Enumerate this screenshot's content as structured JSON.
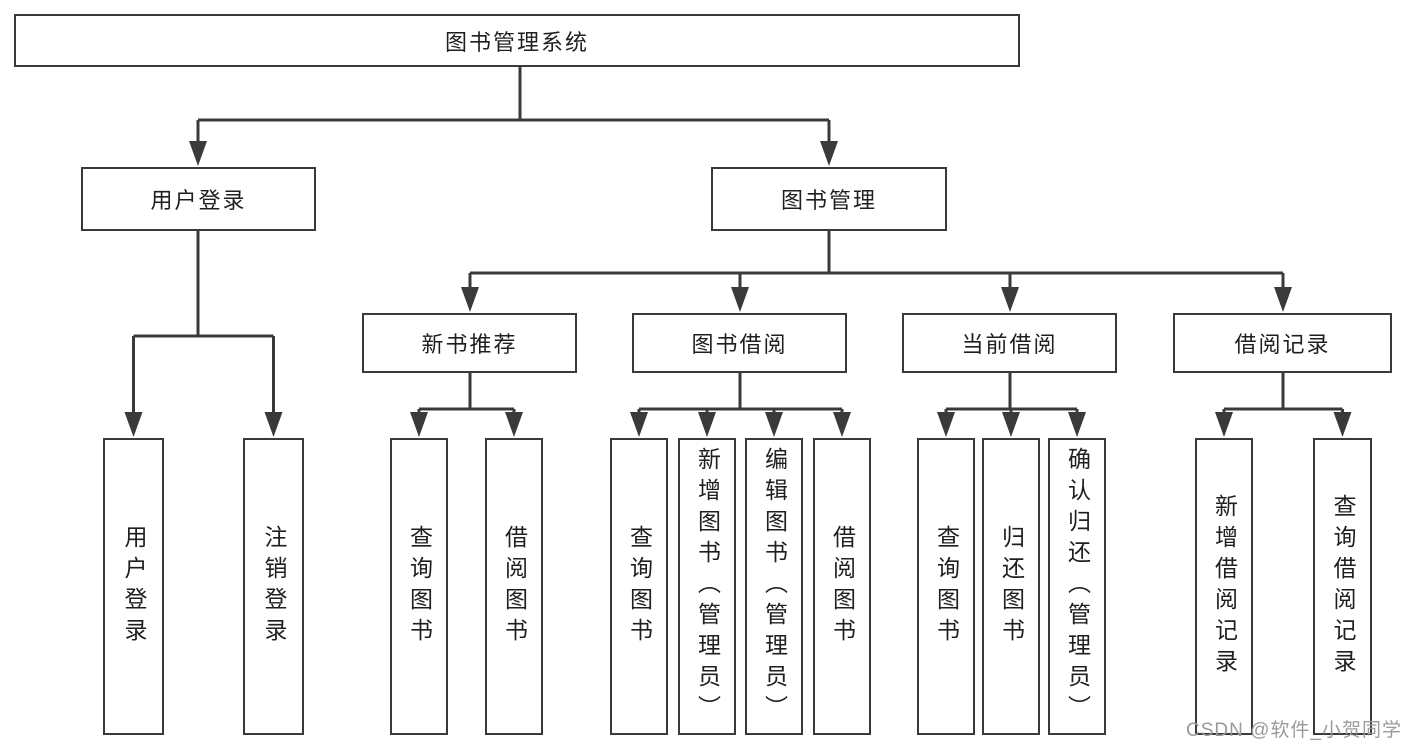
{
  "diagram": {
    "root": "图书管理系统",
    "level2": [
      {
        "label": "用户登录"
      },
      {
        "label": "图书管理"
      }
    ],
    "level3": [
      {
        "label": "新书推荐"
      },
      {
        "label": "图书借阅"
      },
      {
        "label": "当前借阅"
      },
      {
        "label": "借阅记录"
      }
    ],
    "leaves": {
      "user_login": [
        "用户登录",
        "注销登录"
      ],
      "new_rec": [
        "查询图书",
        "借阅图书"
      ],
      "book_borrow": [
        "查询图书",
        "新增图书（管理员）",
        "编辑图书（管理员）",
        "借阅图书"
      ],
      "current_borrow": [
        "查询图书",
        "归还图书",
        "确认归还（管理员）"
      ],
      "borrow_records": [
        "新增借阅记录",
        "查询借阅记录"
      ]
    },
    "watermark": "CSDN @软件_小贺同学",
    "colors": {
      "line": "#3a3a3a",
      "text": "#1f1f1f",
      "watermark": "#9b9b9b",
      "background": "#ffffff"
    }
  }
}
